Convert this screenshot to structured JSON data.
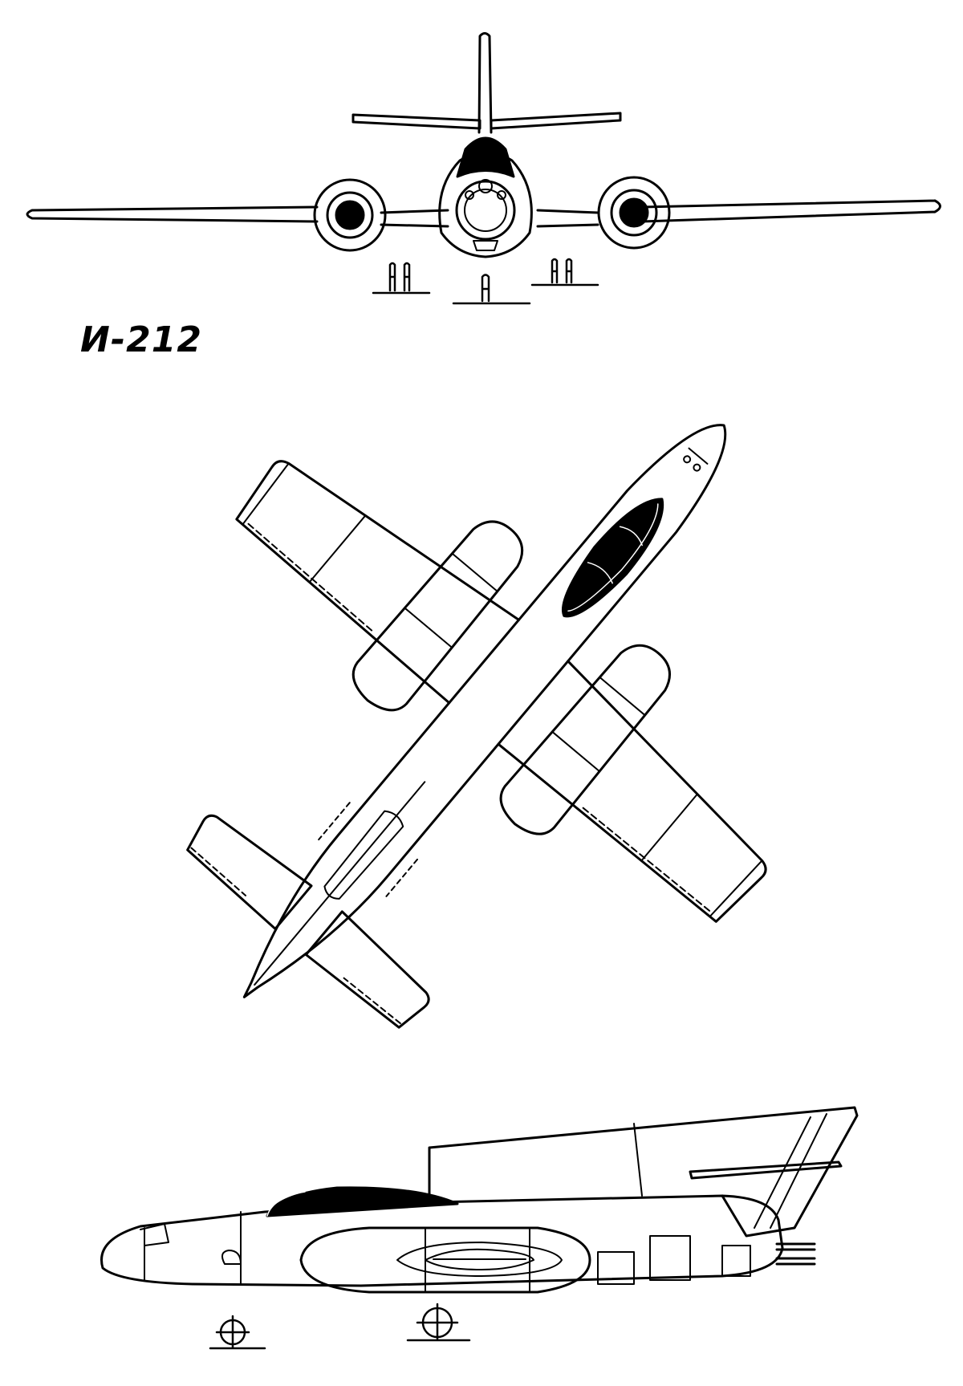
{
  "diagram": {
    "title": "И-212",
    "views": [
      "front-view",
      "top-view",
      "side-view"
    ],
    "line_color": "#000000",
    "background": "#ffffff"
  }
}
